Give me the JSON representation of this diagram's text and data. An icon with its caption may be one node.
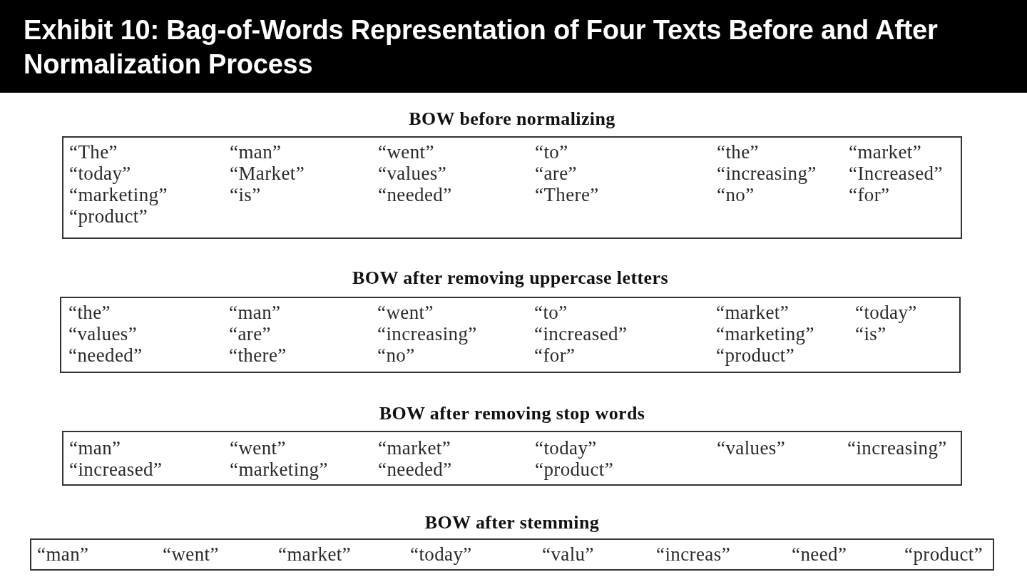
{
  "diagram": {
    "title": "Exhibit 10: Bag-of-Words Representation of Four Texts Before and After Normalization Process",
    "nodes": [
      {
        "text": [
          "BOW before normalizing",
          "“The”",
          "“man”",
          "“went”",
          "“to”",
          "“the”",
          "“market”",
          "“today”",
          "“Market”",
          "“values”",
          "“are”",
          "“increasing”",
          "“Increased”",
          "“marketing”",
          "“is”",
          "“needed”",
          "“There”",
          "“no”",
          "“for”",
          "“product”"
        ]
      },
      {
        "text": [
          "BOW after removing uppercase letters",
          "“the”",
          "“man”",
          "“went”",
          "“to”",
          "“market”",
          "“today”",
          "“values”",
          "“are”",
          "“increasing”",
          "“increased”",
          "“marketing”",
          "“is”",
          "“needed”",
          "“there”",
          "“no”",
          "“for”",
          "“product”"
        ]
      },
      {
        "text": [
          "BOW after removing stop words",
          "“man”",
          "“went”",
          "“market”",
          "“today”",
          "“values”",
          "“increasing”",
          "“increased”",
          "“marketing”",
          "“needed”",
          "“product”"
        ]
      },
      {
        "text": [
          "BOW after stemming",
          "“man”",
          "“went”",
          "“market”",
          "“today”",
          "“valu”",
          "“increas”",
          "“need”",
          "“product”"
        ]
      }
    ]
  }
}
